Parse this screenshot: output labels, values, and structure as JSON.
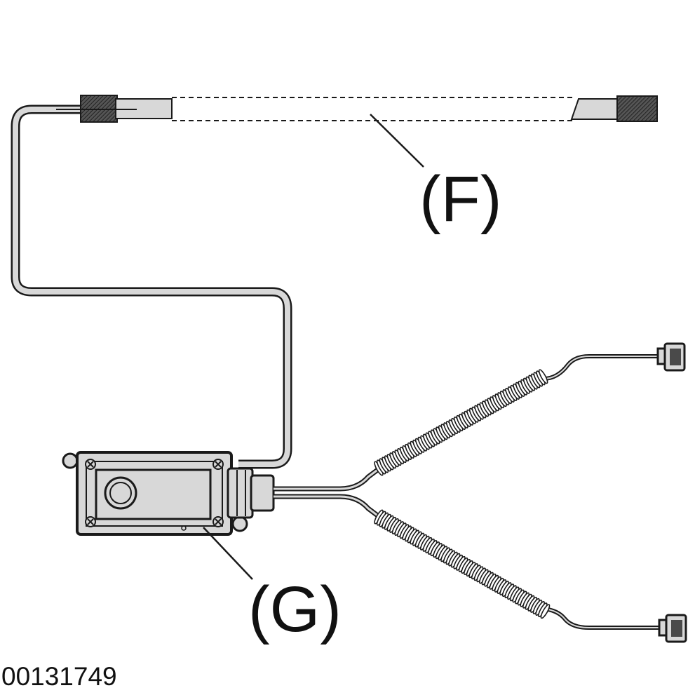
{
  "labels": {
    "f": "(F)",
    "g": "(G)"
  },
  "document_id": "00131749",
  "colors": {
    "line": "#1a1a1a",
    "fill_light": "#d8d8d8",
    "fill_dark": "#4a4a4a",
    "background": "#ffffff"
  }
}
